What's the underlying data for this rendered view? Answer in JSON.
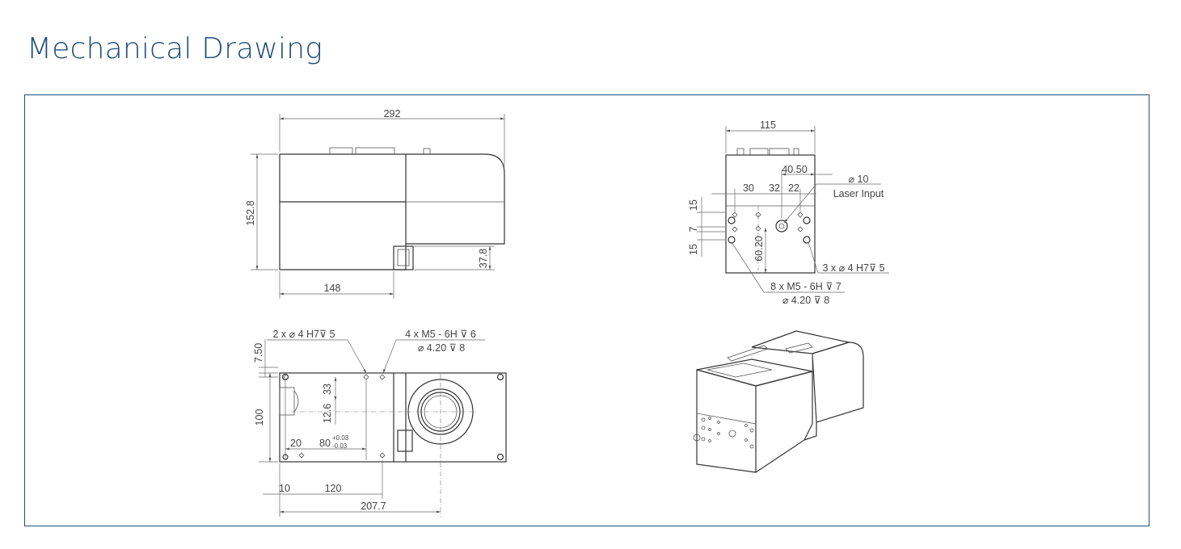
{
  "header": {
    "title": "Mechanical Drawing"
  },
  "colors": {
    "accent": "#1f4e79",
    "line": "#333333"
  },
  "views": {
    "side": {
      "width": "292",
      "height": "152.8",
      "lower_length": "148",
      "connector_height": "37.8"
    },
    "front": {
      "width": "115",
      "offset_1": "40.50",
      "spacing_a": "30",
      "spacing_b": "32",
      "spacing_c": "22",
      "vert_1": "15",
      "vert_2": "7",
      "vert_3": "15",
      "center_height": "60.20",
      "diameter": "⌀ 10",
      "laser_input": "Laser Input",
      "holes_h7": "3 x ⌀ 4 H7⊽ 5",
      "holes_m5": "8 x  M5 - 6H ⊽ 7",
      "holes_m5_drill": "⌀ 4.20 ⊽ 8"
    },
    "bottom": {
      "holes_h7": "2 x ⌀ 4 H7⊽ 5",
      "holes_m5": "4 x  M5 - 6H ⊽ 6",
      "holes_m5_drill": "⌀ 4.20 ⊽ 8",
      "edge_offset": "7.50",
      "dim_33": "33",
      "dim_12_6": "12.6",
      "height_100": "100",
      "dim_20": "20",
      "dim_80": "80",
      "tol_plus": "+0.03",
      "tol_minus": "-0.03",
      "dim_10": "10",
      "dim_120": "120",
      "length_207_7": "207.7"
    }
  }
}
